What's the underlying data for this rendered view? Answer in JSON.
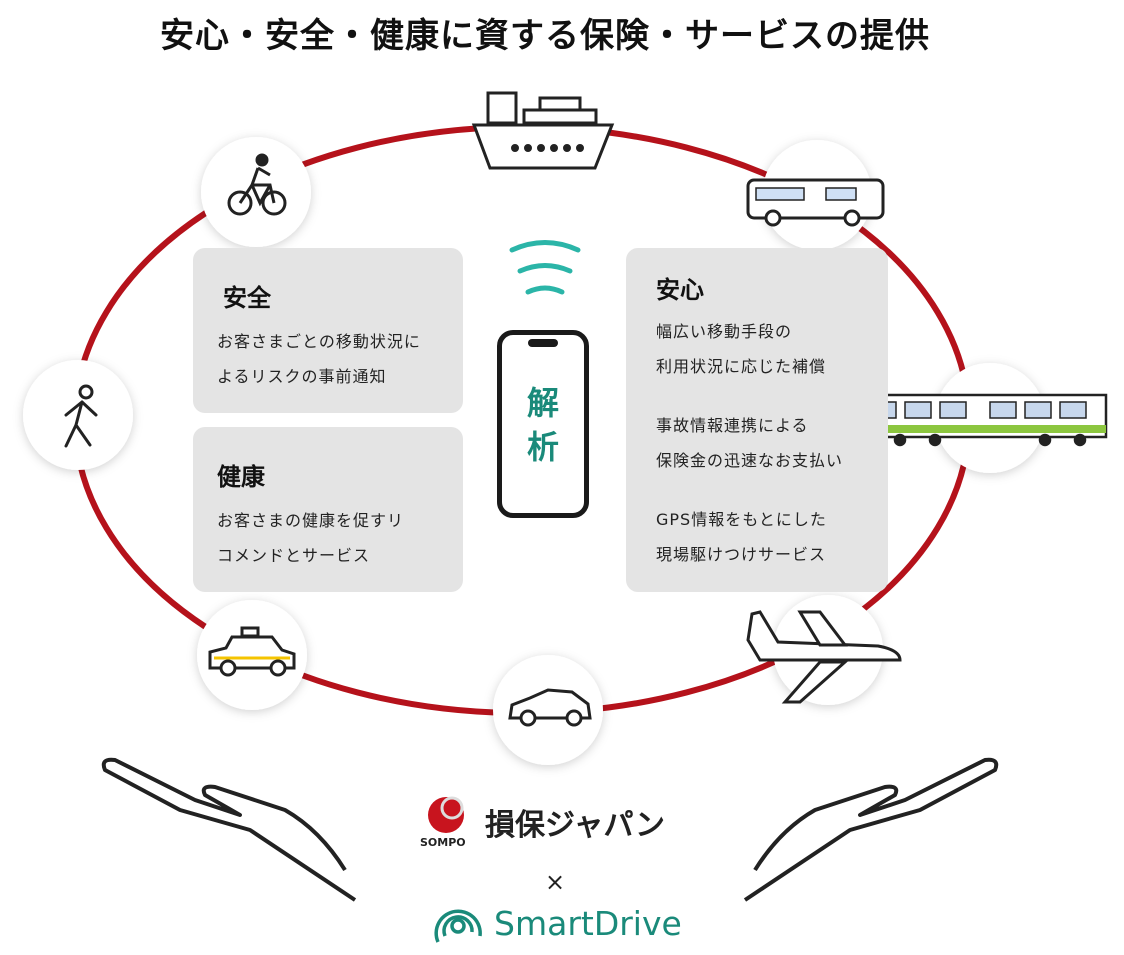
{
  "title": "安心・安全・健康に資する保険・サービスの提供",
  "boxes": {
    "safety": {
      "heading": "安全",
      "lines": [
        "お客さまごとの移動状況に",
        "よるリスクの事前通知"
      ]
    },
    "health": {
      "heading": "健康",
      "lines": [
        "お客さまの健康を促すリ",
        "コメンドとサービス"
      ]
    },
    "relief": {
      "heading": "安心",
      "lines": [
        "幅広い移動手段の",
        "利用状況に応じた補償",
        "事故情報連携による",
        "保険金の迅速なお支払い",
        "GPS情報をもとにした",
        "現場駆けつけサービス"
      ]
    }
  },
  "phone": {
    "label_line1": "解",
    "label_line2": "析"
  },
  "logos": {
    "sompo_jp": "損保ジャパン",
    "sompo_en": "SOMPO",
    "times": "×",
    "smartdrive": "SmartDrive"
  },
  "colors": {
    "ring": "#b5121b",
    "teal": "#1a8a7a",
    "box": "#e4e4e4",
    "train_green": "#8cc63f"
  }
}
